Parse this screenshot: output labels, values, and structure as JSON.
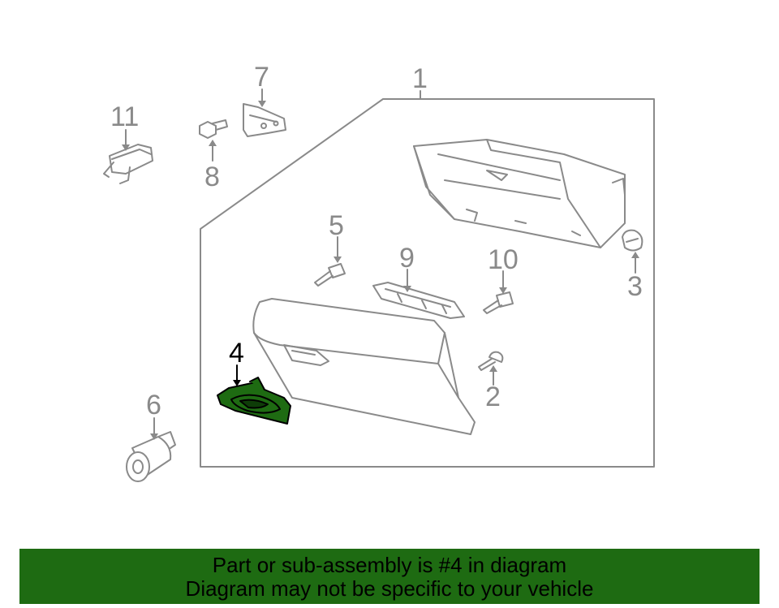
{
  "diagram": {
    "labels": {
      "p1": "1",
      "p2": "2",
      "p3": "3",
      "p4": "4",
      "p5": "5",
      "p6": "6",
      "p7": "7",
      "p8": "8",
      "p9": "9",
      "p10": "10",
      "p11": "11"
    },
    "highlight_part": "4",
    "colors": {
      "line": "#8a8a8a",
      "highlight_fill": "#1e6b12",
      "banner_bg": "#1e6b12"
    }
  },
  "banner": {
    "line1": "Part or sub-assembly is #4 in diagram",
    "line2": "Diagram may not be specific to your vehicle"
  }
}
